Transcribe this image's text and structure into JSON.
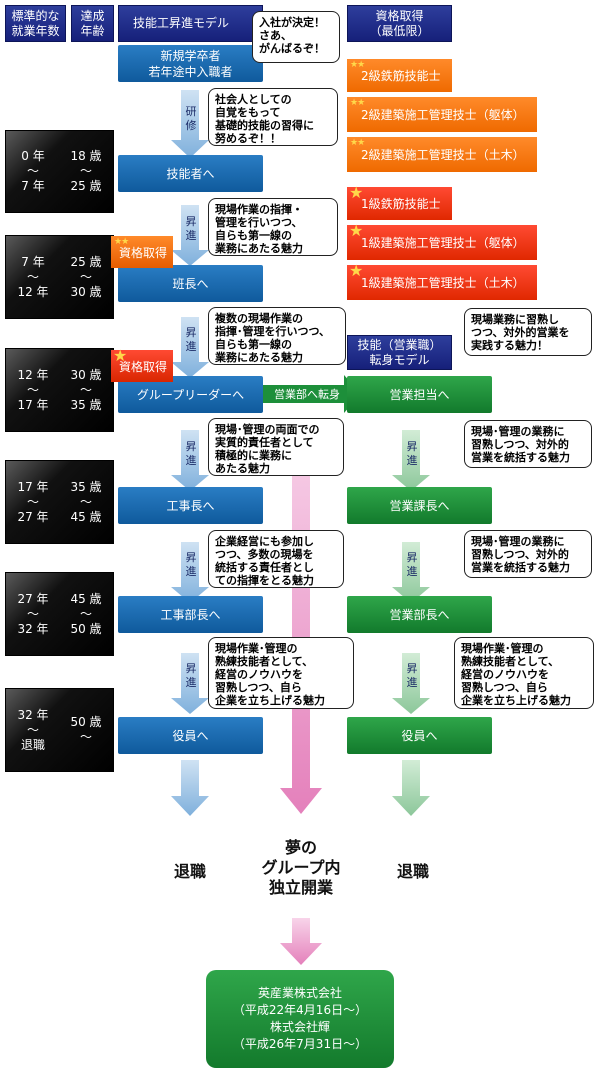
{
  "headers": {
    "years": "標準的な\n就業年数",
    "age": "達成\n年齢",
    "model": "技能工昇進モデル",
    "qual": "資格取得\n（最低限）"
  },
  "entry": {
    "label": "新規学卒者\n若年途中入職者",
    "bubble": "入社が決定！\nさあ、\nがんばるぞ！"
  },
  "age_rows": [
    {
      "years": "0 年\n〜\n7 年",
      "age": "18 歳\n〜\n25 歳"
    },
    {
      "years": "7 年\n〜\n12 年",
      "age": "25 歳\n〜\n30 歳"
    },
    {
      "years": "12 年\n〜\n17 年",
      "age": "30 歳\n〜\n35 歳"
    },
    {
      "years": "17 年\n〜\n27 年",
      "age": "35 歳\n〜\n45 歳"
    },
    {
      "years": "27 年\n〜\n32 年",
      "age": "45 歳\n〜\n50 歳"
    },
    {
      "years": "32 年\n〜\n退職",
      "age": "50 歳\n〜"
    }
  ],
  "qualifications": {
    "level2": [
      "2級鉄筋技能士",
      "2級建築施工管理技士（躯体）",
      "2級建築施工管理技士（土木）"
    ],
    "level1": [
      "1級鉄筋技能士",
      "1級建築施工管理技士（躯体）",
      "1級建築施工管理技士（土木）"
    ],
    "badge": "資格取得"
  },
  "promotions": {
    "training": "研\n修",
    "promote": "昇\n進"
  },
  "skill_track": [
    "技能者へ",
    "班長へ",
    "グループリーダーへ",
    "工事長へ",
    "工事部長へ",
    "役員へ"
  ],
  "skill_bubbles": [
    "社会人としての\n自覚をもって\n基礎的技能の習得に\n努めるぞ！！",
    "現場作業の指揮・\n管理を行いつつ、\n自らも第一線の\n業務にあたる魅力",
    "複数の現場作業の\n指揮･管理を行いつつ、\n自らも第一線の\n業務にあたる魅力",
    "現場･管理の両面での\n実質的責任者として\n積極的に業務に\nあたる魅力",
    "企業経営にも参加し\nつつ、多数の現場を\n統括する責任者とし\nての指揮をとる魅力",
    "現場作業･管理の\n熟練技能者として、\n経営のノウハウを\n習熟しつつ、自ら\n企業を立ち上げる魅力"
  ],
  "sales": {
    "header": "技能（営業職）\n転身モデル",
    "transfer": "営業部へ転身",
    "track": [
      "営業担当へ",
      "営業課長へ",
      "営業部長へ",
      "役員へ"
    ],
    "bubbles": [
      "現場業務に習熟し\nつつ、対外的営業を\n実践する魅力！",
      "現場･管理の業務に\n習熟しつつ、対外的\n営業を統括する魅力",
      "現場･管理の業務に\n習熟しつつ、対外的\n営業を統括する魅力",
      "現場作業･管理の\n熟練技能者として、\n経営のノウハウを\n習熟しつつ、自ら\n企業を立ち上げる魅力"
    ]
  },
  "outcomes": {
    "retire_left": "退職",
    "dream": "夢の\nグループ内\n独立開業",
    "retire_right": "退職"
  },
  "final_box": "英産業株式会社\n（平成22年4月16日〜）\n株式会社輝\n（平成26年7月31日〜）",
  "colors": {
    "navy": "#1e2a8a",
    "blue": "#1a6bb3",
    "green": "#1d8f3a",
    "orange": "#f77d18",
    "red": "#f03a1e",
    "pink": "#e87dbd"
  }
}
